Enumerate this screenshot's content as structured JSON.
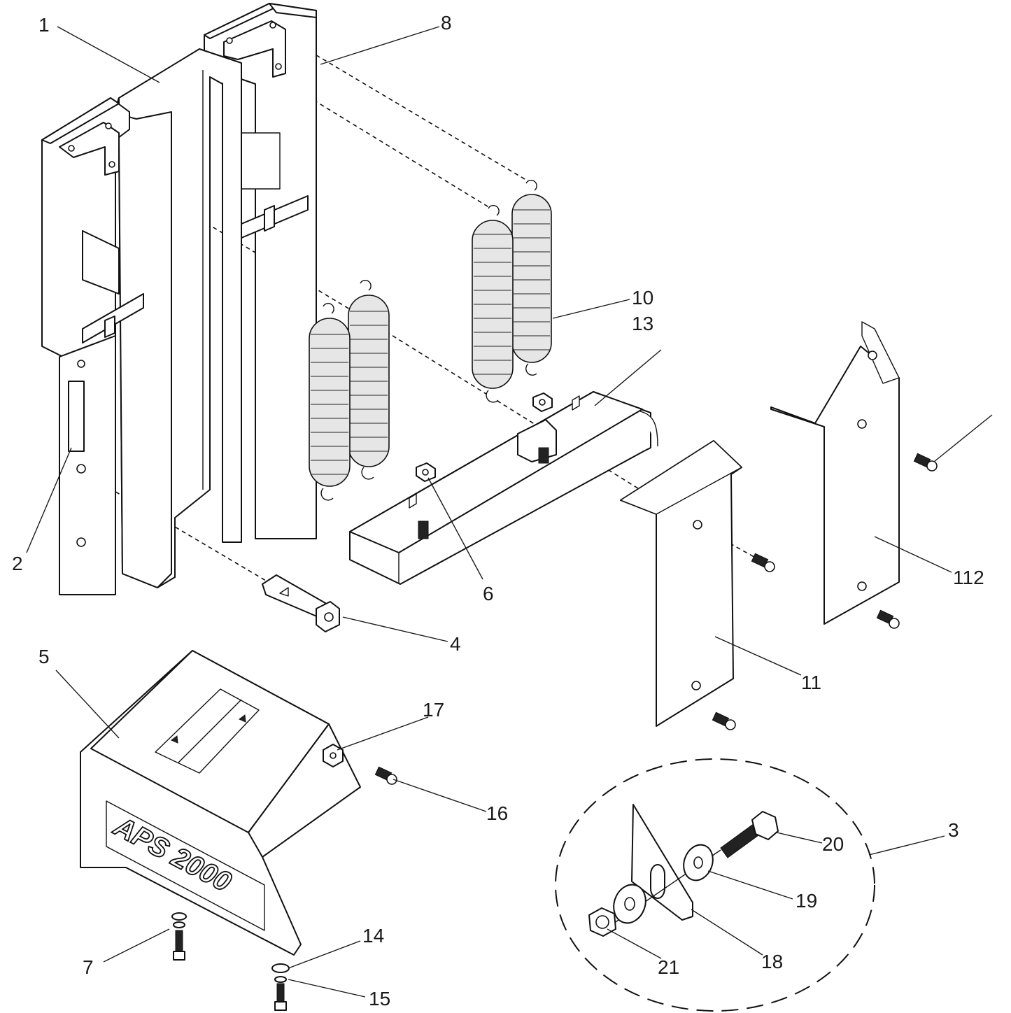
{
  "diagram": {
    "callouts": [
      "1",
      "8",
      "10",
      "13",
      "2",
      "6",
      "4",
      "112",
      "11",
      "5",
      "17",
      "16",
      "3",
      "20",
      "19",
      "18",
      "21",
      "14",
      "7",
      "15"
    ],
    "logo_text": "APS 2000",
    "colors": {
      "ink": "#111111",
      "fill": "#ffffff",
      "spring": "#e6e6e6"
    }
  }
}
